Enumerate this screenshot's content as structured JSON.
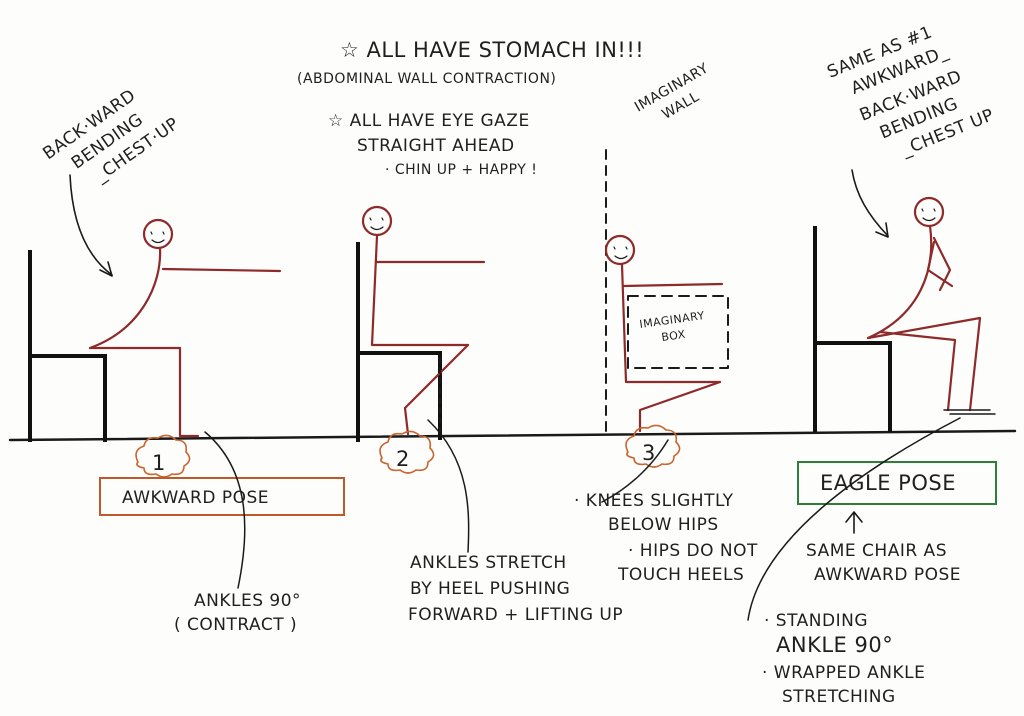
{
  "header": {
    "line1": "☆ ALL HAVE STOMACH IN!!!",
    "line2": "(ABDOMINAL WALL CONTRACTION)",
    "line3": "☆ ALL HAVE EYE GAZE",
    "line4": "STRAIGHT AHEAD",
    "line5": "· CHIN UP + HAPPY !"
  },
  "left_note": [
    "BACK·WARD",
    "BENDING",
    "_CHEST·UP"
  ],
  "right_note": [
    "SAME AS #1",
    "AWKWARD_",
    "BACK·WARD",
    "BENDING",
    "_CHEST UP"
  ],
  "wall_note": [
    "IMAGINARY",
    "WALL"
  ],
  "box_label": [
    "IMAGINARY",
    "BOX"
  ],
  "pose_numbers": [
    "1",
    "2",
    "3"
  ],
  "awkward_label": "AWKWARD POSE",
  "eagle_label": "EAGLE POSE",
  "note_ankles_90": [
    "ANKLES 90°",
    "( CONTRACT )"
  ],
  "note_ankles_stretch": [
    "ANKLES STRETCH",
    "BY HEEL PUSHING",
    "FORWARD + LIFTING UP"
  ],
  "note_knees": [
    "· KNEES SLIGHTLY",
    "BELOW HIPS",
    "· HIPS DO NOT",
    "TOUCH HEELS"
  ],
  "note_same_chair": [
    "SAME CHAIR AS",
    "AWKWARD POSE"
  ],
  "note_standing": [
    "· STANDING",
    "ANKLE 90°",
    "· WRAPPED ANKLE",
    "STRETCHING"
  ],
  "colors": {
    "ink": "#1a1a1a",
    "figure": "#8e2a2a",
    "awkward_box": "#c0582a",
    "eagle_box": "#2e7d3a",
    "cloud": "#c9652e"
  }
}
